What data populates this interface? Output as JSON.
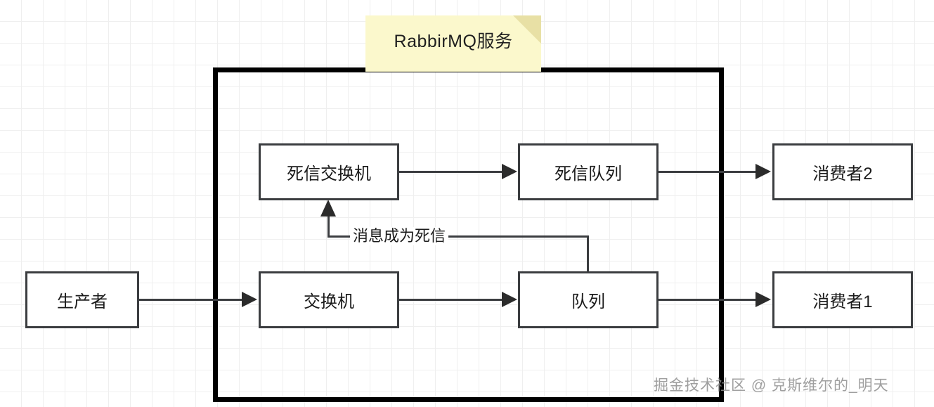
{
  "diagram": {
    "title_note": {
      "label": "RabbirMQ服务",
      "fill_color": "#fbf8cc",
      "fold_color": "#e8e0a5"
    },
    "service_frame": {
      "name": "rabbitmq-service-boundary",
      "border_color": "#000000"
    },
    "nodes": [
      {
        "id": "dead-letter-exchange",
        "label": "死信交换机"
      },
      {
        "id": "dead-letter-queue",
        "label": "死信队列"
      },
      {
        "id": "consumer-2",
        "label": "消费者2"
      },
      {
        "id": "producer",
        "label": "生产者"
      },
      {
        "id": "exchange",
        "label": "交换机"
      },
      {
        "id": "queue",
        "label": "队列"
      },
      {
        "id": "consumer-1",
        "label": "消费者1"
      }
    ],
    "edges": [
      {
        "id": "producer-to-exchange",
        "from": "生产者",
        "to": "交换机",
        "label": ""
      },
      {
        "id": "exchange-to-queue",
        "from": "交换机",
        "to": "队列",
        "label": ""
      },
      {
        "id": "queue-to-consumer-1",
        "from": "队列",
        "to": "消费者1",
        "label": ""
      },
      {
        "id": "queue-to-dead-letter-exchange",
        "from": "队列",
        "to": "死信交换机",
        "label": "消息成为死信"
      },
      {
        "id": "dlx-to-dead-letter-queue",
        "from": "死信交换机",
        "to": "死信队列",
        "label": ""
      },
      {
        "id": "dlq-to-consumer-2",
        "from": "死信队列",
        "to": "消费者2",
        "label": ""
      }
    ],
    "edge_labels": {
      "message_becomes_dead_letter": "消息成为死信"
    },
    "watermark": "掘金技术社区 @ 克斯维尔的_明天",
    "colors": {
      "node_border": "#3b3d40",
      "connector": "#3b3d40",
      "grid_line": "#e8e8e8"
    }
  }
}
